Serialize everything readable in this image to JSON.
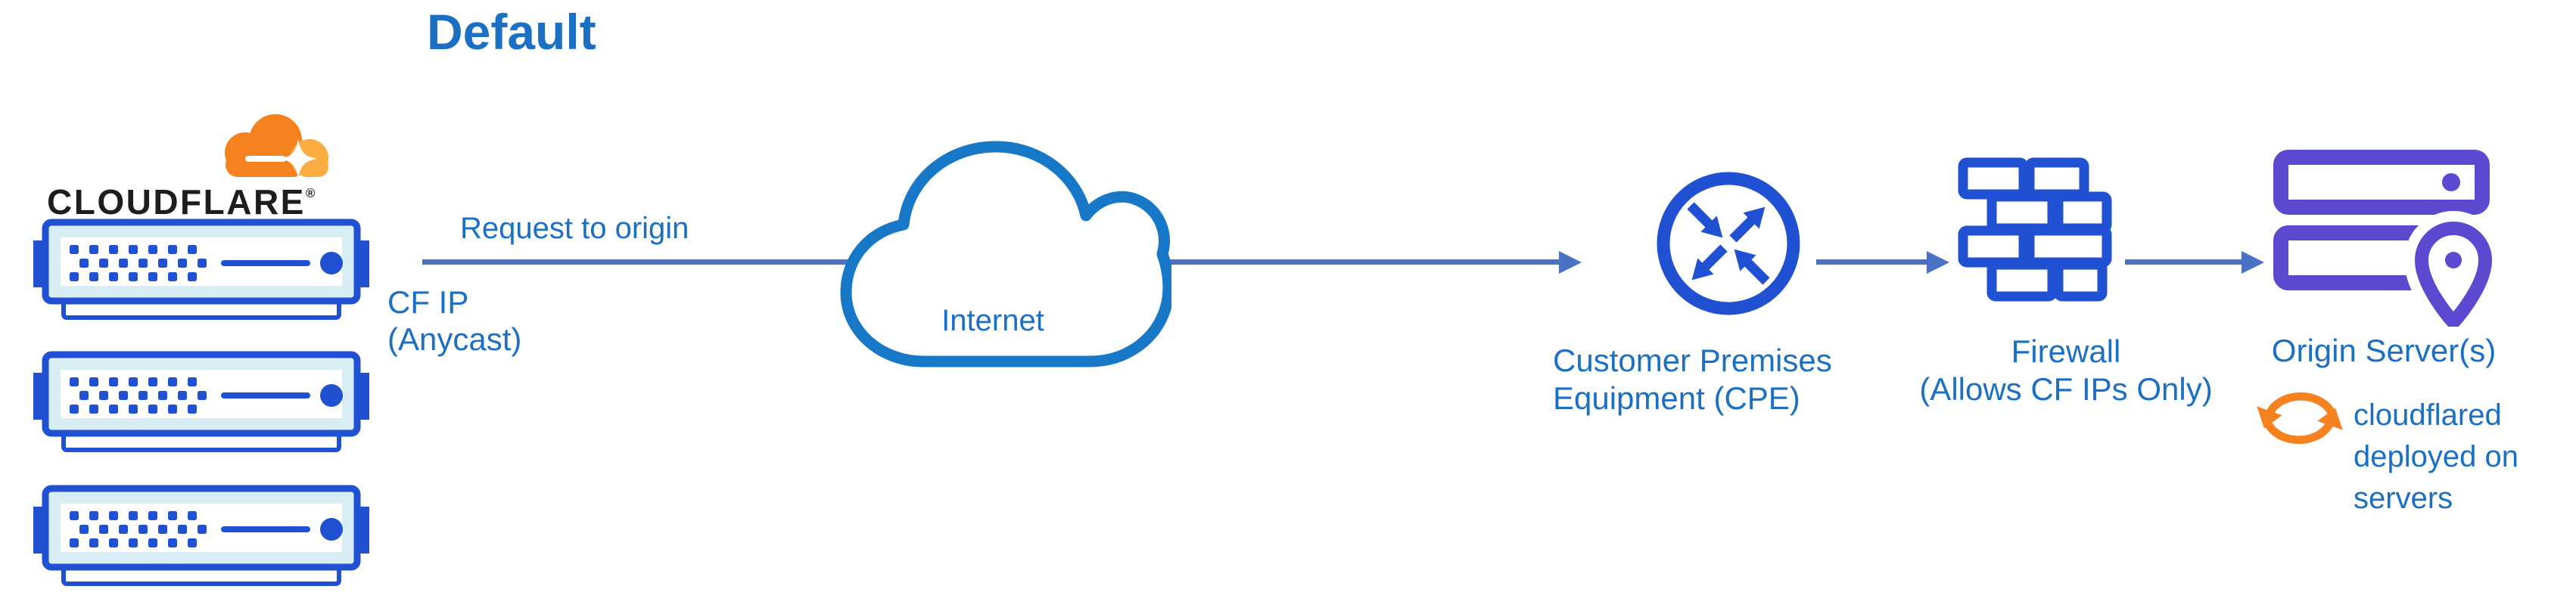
{
  "title": "Default",
  "colors": {
    "text-blue": "#1b70c4",
    "icon-blue": "#2051d3",
    "line-blue": "#4a72c4",
    "cloud-blue": "#1878c8",
    "pale-blue": "#d9edf4",
    "purple": "#5b4ad0",
    "orange": "#f6821f",
    "orange-light": "#fbad41",
    "wordmark-black": "#1d1d1f"
  },
  "cloudflare": {
    "wordmark": "CLOUDFLARE",
    "registered_mark": "®"
  },
  "edge": {
    "request_label": "Request to origin",
    "ip_label": "CF IP\n(Anycast)"
  },
  "internet": {
    "label": "Internet"
  },
  "cpe": {
    "label": "Customer Premises\nEquipment (CPE)"
  },
  "firewall": {
    "label": "Firewall\n(Allows CF IPs Only)"
  },
  "origin": {
    "label": "Origin Server(s)",
    "note": "cloudflared\ndeployed on\nservers"
  },
  "icons": {
    "logo": "cloudflare-cloud-icon",
    "servers": "server-icon",
    "internet": "internet-cloud-icon",
    "cpe": "router-icon",
    "firewall": "brick-wall-icon",
    "origin": "origin-servers-icon",
    "pin": "location-pin-icon",
    "sync": "sync-arrows-icon"
  }
}
